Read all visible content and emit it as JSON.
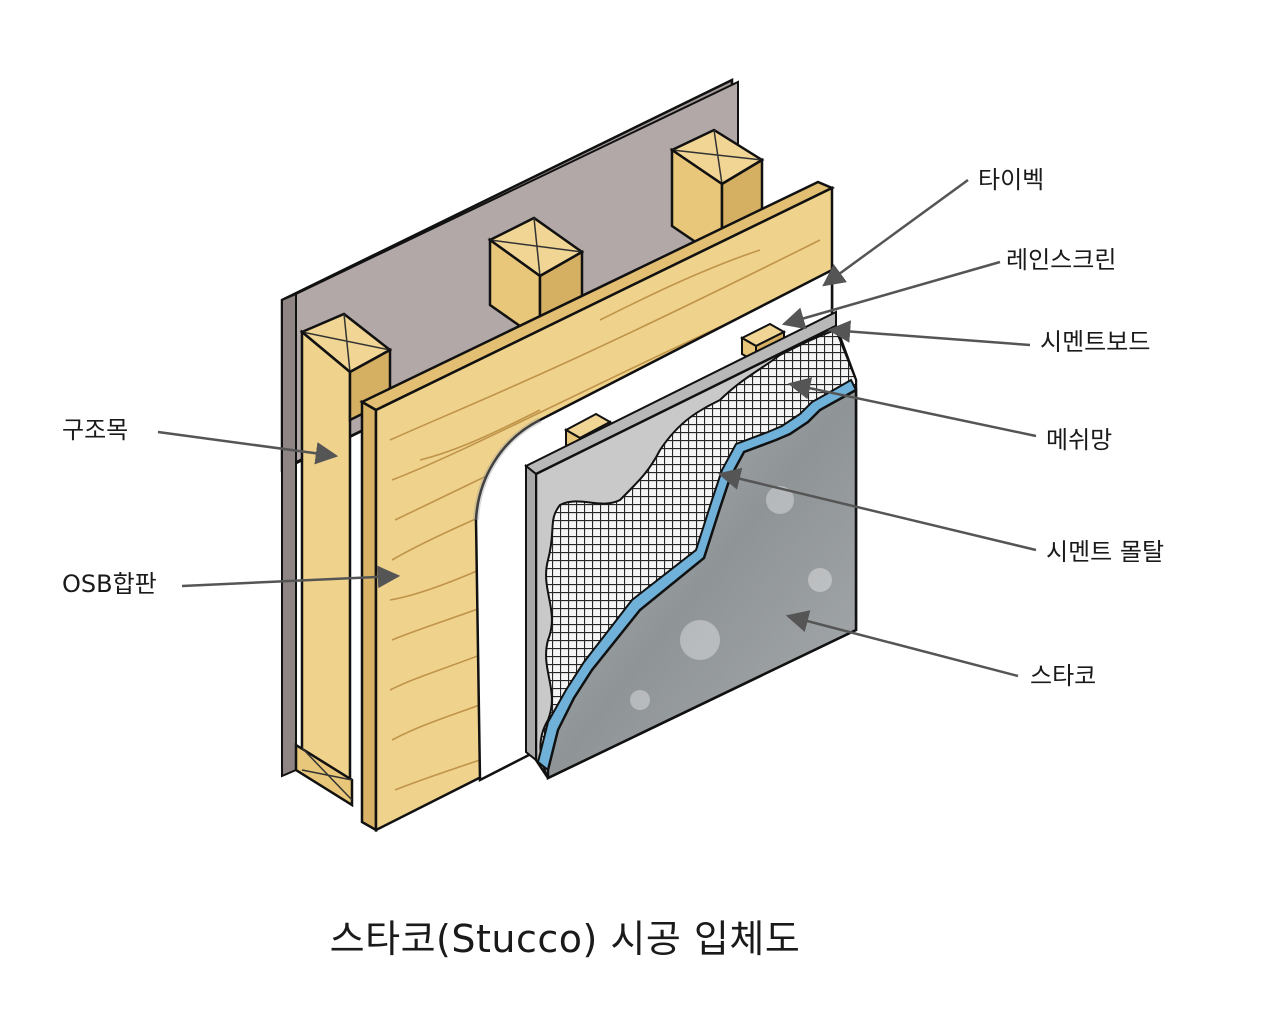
{
  "labels": {
    "tyvek": "타이벡",
    "rainscreen": "레인스크린",
    "cement_board": "시멘트보드",
    "mesh": "메쉬망",
    "cement_mortar": "시멘트 몰탈",
    "stucco": "스타코",
    "stud": "구조목",
    "osb": "OSB합판"
  },
  "caption": "스타코(Stucco) 시공 입체도",
  "colors": {
    "wood": "#efd28c",
    "grain": "#b78a3e",
    "back_panel": "#a79c9c",
    "tyvek": "#ffffff",
    "cement_board": "#c9c9c9",
    "mesh": "#2b2b2b",
    "mortar": "#6fb1d9",
    "stucco": "#9ea3a6",
    "arrow": "#555555"
  }
}
